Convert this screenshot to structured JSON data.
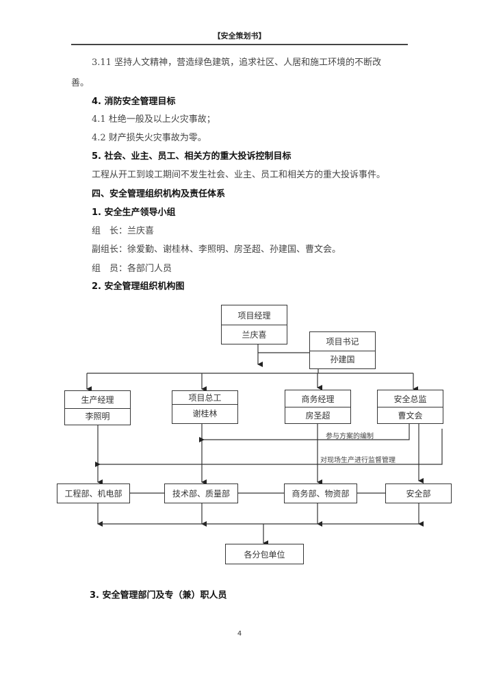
{
  "header": {
    "title": "【安全策划书】"
  },
  "paragraphs": {
    "p311_line1": "3.11 坚持人文精神，营造绿色建筑，追求社区、人居和施工环境的不断改",
    "p311_line2": "善。",
    "h4": "4. 消防安全管理目标",
    "p41": "4.1 杜绝一般及以上火灾事故；",
    "p42": "4.2 财产损失火灾事故为零。",
    "h5": "5. 社会、业主、员工、相关方的重大投诉控制目标",
    "p5": "工程从开工到竣工期间不发生社会、业主、员工和相关方的重大投诉事件。",
    "hIV": "四、安全管理组织机构及责任体系",
    "h1": "1. 安全生产领导小组",
    "leader": "组　长：兰庆喜",
    "deputy": "副组长：徐爱勤、谢桂林、李照明、房圣超、孙建国、曹文会。",
    "members": "组　员：各部门人员",
    "h2": "2. 安全管理组织机构图",
    "h3": "3. 安全管理部门及专（兼）职人员"
  },
  "org_chart": {
    "project_manager": {
      "title": "项目经理",
      "name": "兰庆喜"
    },
    "party_secretary": {
      "title": "项目书记",
      "name": "孙建国"
    },
    "managers": [
      {
        "title": "生产经理",
        "name": "李照明"
      },
      {
        "title": "项目总工",
        "name": "谢桂林"
      },
      {
        "title": "商务经理",
        "name": "房圣超"
      },
      {
        "title": "安全总监",
        "name": "曹文会"
      }
    ],
    "departments": [
      "工程部、机电部",
      "技术部、质量部",
      "商务部、物资部",
      "安全部"
    ],
    "subcontractors": "各分包单位",
    "note_plan": "参与方案的编制",
    "note_supervise": "对现场生产进行监督管理"
  },
  "footer": {
    "page_number": "4"
  }
}
